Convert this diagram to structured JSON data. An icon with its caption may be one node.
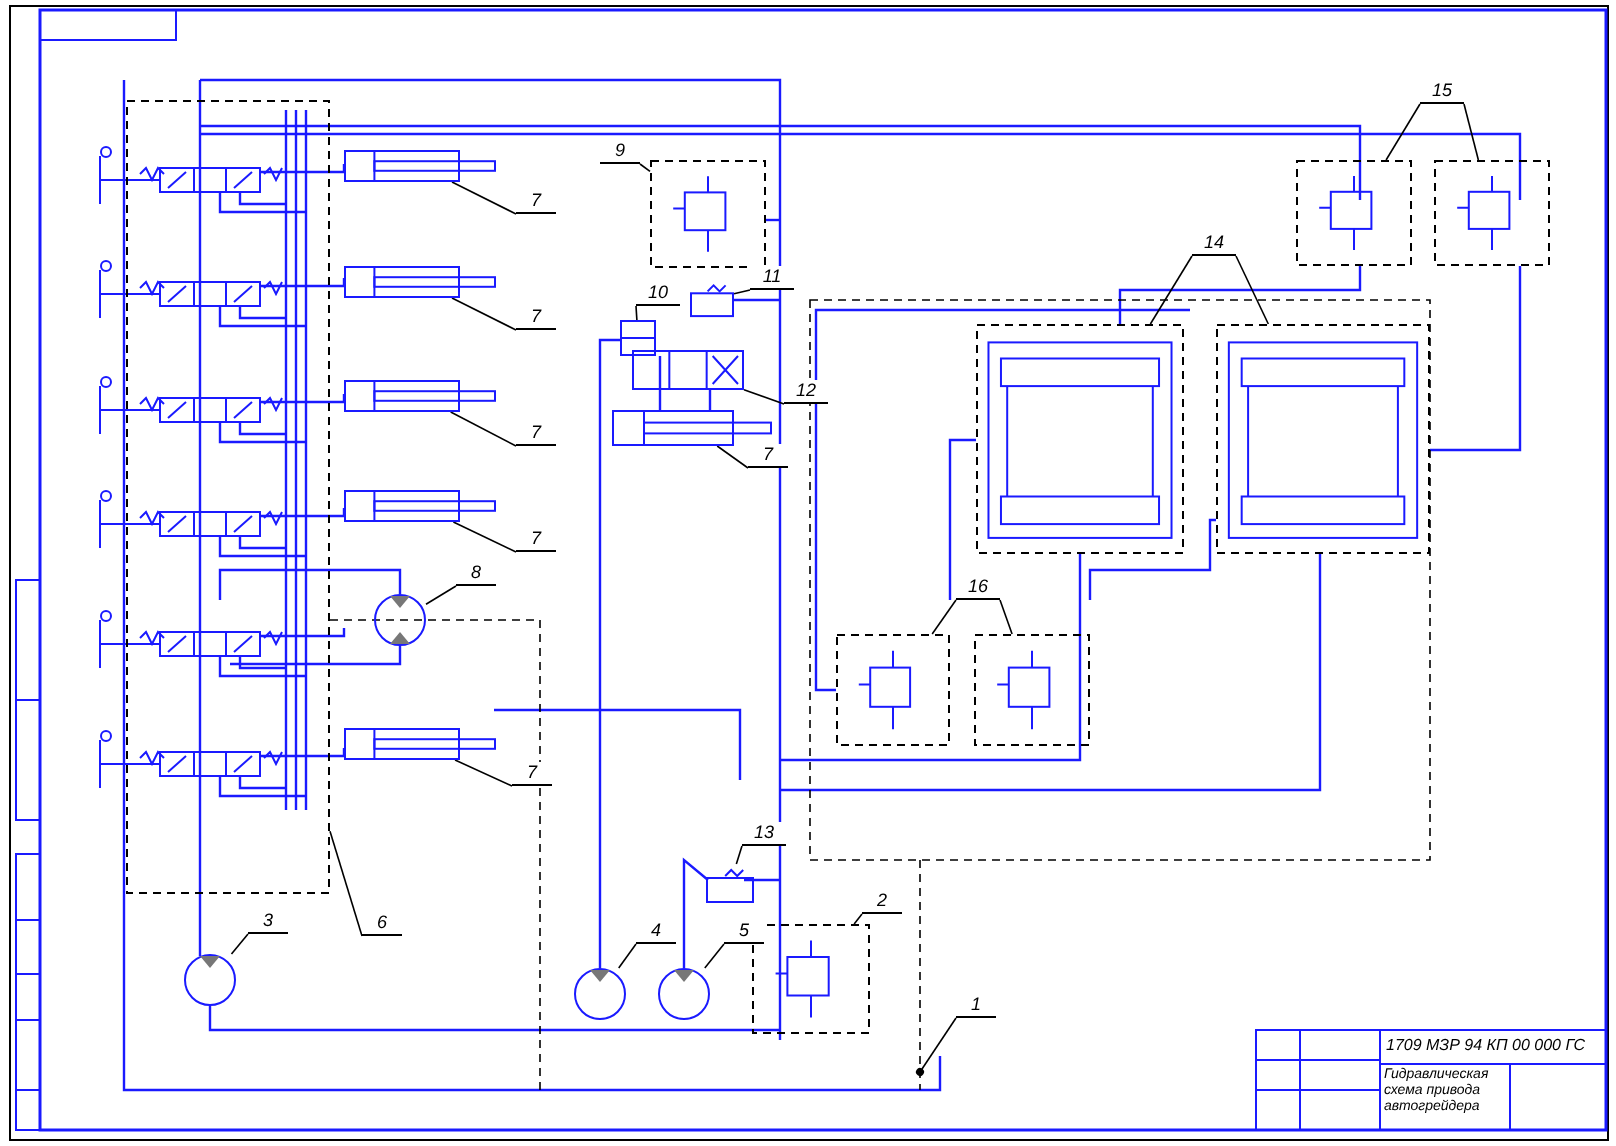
{
  "diagram": {
    "nodes": [
      {
        "text": [
          "7"
        ]
      },
      {
        "text": [],
        "shape": "cylinder"
      },
      {
        "text": [
          "7"
        ]
      },
      {
        "text": [],
        "shape": "cylinder"
      },
      {
        "text": [
          "7"
        ]
      },
      {
        "text": [],
        "shape": "cylinder"
      },
      {
        "text": [
          "7"
        ]
      },
      {
        "text": [],
        "shape": "cylinder"
      },
      {
        "text": [
          "8"
        ]
      },
      {
        "text": [],
        "shape": "circle"
      },
      {
        "text": [
          "7"
        ]
      },
      {
        "text": [],
        "shape": "cylinder"
      },
      {
        "text": [
          "6"
        ]
      },
      {
        "text": [],
        "shape": "box"
      },
      {
        "text": [
          "3"
        ]
      },
      {
        "text": [],
        "shape": "circle"
      },
      {
        "text": [
          "4"
        ]
      },
      {
        "text": [],
        "shape": "circle"
      },
      {
        "text": [
          "5"
        ]
      },
      {
        "text": [],
        "shape": "circle"
      },
      {
        "text": [
          "2"
        ]
      },
      {
        "text": [],
        "shape": "box"
      },
      {
        "text": [
          "1"
        ]
      },
      {
        "text": [
          "13"
        ]
      },
      {
        "text": [],
        "shape": "box"
      },
      {
        "text": [
          "16"
        ]
      },
      {
        "text": [],
        "shape": "box"
      },
      {
        "text": [],
        "shape": "box"
      },
      {
        "text": [
          "15"
        ]
      },
      {
        "text": [],
        "shape": "box"
      },
      {
        "text": [],
        "shape": "box"
      },
      {
        "text": [
          "14"
        ]
      },
      {
        "text": [],
        "shape": "box"
      },
      {
        "text": [],
        "shape": "box"
      },
      {
        "text": [
          "9"
        ]
      },
      {
        "text": [],
        "shape": "box"
      },
      {
        "text": [
          "10"
        ]
      },
      {
        "text": [],
        "shape": "box"
      },
      {
        "text": [
          "11"
        ]
      },
      {
        "text": [],
        "shape": "box"
      },
      {
        "text": [
          "12"
        ]
      },
      {
        "text": [],
        "shape": "box"
      },
      {
        "text": [
          "7"
        ]
      },
      {
        "text": [],
        "shape": "cylinder"
      }
    ],
    "edges": [
      {
        "from": 0,
        "to": 1,
        "arrow": "none"
      },
      {
        "from": 2,
        "to": 3,
        "arrow": "none"
      },
      {
        "from": 4,
        "to": 5,
        "arrow": "none"
      },
      {
        "from": 6,
        "to": 7,
        "arrow": "none"
      },
      {
        "from": 8,
        "to": 9,
        "arrow": "none"
      },
      {
        "from": 10,
        "to": 11,
        "arrow": "none"
      },
      {
        "from": 12,
        "to": 13,
        "arrow": "none"
      },
      {
        "from": 14,
        "to": 15,
        "arrow": "none"
      },
      {
        "from": 16,
        "to": 17,
        "arrow": "none"
      },
      {
        "from": 18,
        "to": 19,
        "arrow": "none"
      },
      {
        "from": 20,
        "to": 21,
        "arrow": "none"
      },
      {
        "from": 22,
        "to": null,
        "arrow": "other"
      },
      {
        "from": 23,
        "to": 24,
        "arrow": "none"
      },
      {
        "from": 25,
        "to": 26,
        "arrow": "none"
      },
      {
        "from": 25,
        "to": 27,
        "arrow": "none"
      },
      {
        "from": 28,
        "to": 29,
        "arrow": "none"
      },
      {
        "from": 28,
        "to": 30,
        "arrow": "none"
      },
      {
        "from": 31,
        "to": 32,
        "arrow": "none"
      },
      {
        "from": 31,
        "to": 33,
        "arrow": "none"
      },
      {
        "from": 34,
        "to": 35,
        "arrow": "none"
      },
      {
        "from": 36,
        "to": 37,
        "arrow": "none"
      },
      {
        "from": 38,
        "to": 39,
        "arrow": "none"
      },
      {
        "from": 40,
        "to": 41,
        "arrow": "none"
      },
      {
        "from": 42,
        "to": 43,
        "arrow": "none"
      }
    ],
    "labels": [
      "1709 МЗР 94 КП 00 000 ГС",
      "Гидравлическая схема привода автогрейдера"
    ]
  }
}
